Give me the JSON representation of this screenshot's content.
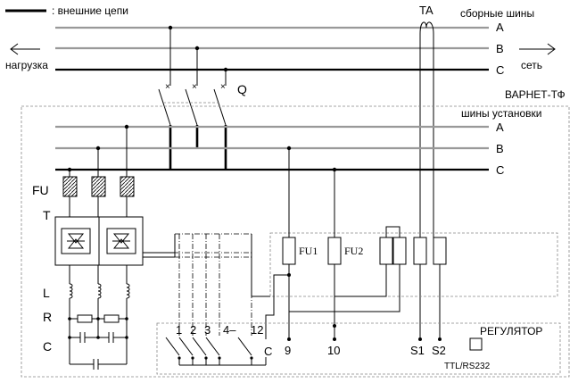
{
  "legend": {
    "text": ": внешние цепи"
  },
  "external_bus": {
    "title": "сборные шины",
    "phases": [
      "A",
      "B",
      "C"
    ],
    "load_label": "нагрузка",
    "grid_label": "сеть",
    "arrow_left": "←",
    "arrow_right": "→"
  },
  "current_transformer": {
    "label": "TA"
  },
  "switch": {
    "label": "Q"
  },
  "device": {
    "name": "ВАРНЕТ-ТФ",
    "bus_title": "шины установки",
    "phases": [
      "A",
      "B",
      "C"
    ]
  },
  "components": {
    "fuses": "FU",
    "thyristor_switch": "T",
    "reactor": "L",
    "resistor": "R",
    "capacitor": "C",
    "fuse1": "FU1",
    "fuse2": "FU2"
  },
  "regulator": {
    "title": "РЕГУЛЯТОР",
    "outputs": [
      "1",
      "2",
      "3",
      "4–",
      "12",
      "C"
    ],
    "terminals": [
      "9",
      "10",
      "S1",
      "S2"
    ],
    "port": "TTL/RS232"
  }
}
